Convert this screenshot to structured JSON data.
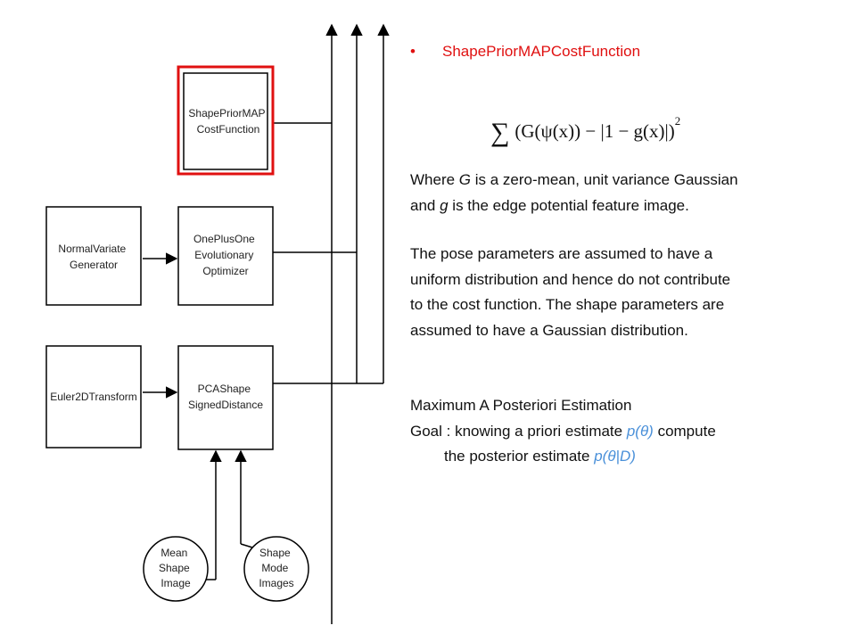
{
  "diagram": {
    "boxes": {
      "cost_function": [
        "ShapePriorMAP",
        "CostFunction"
      ],
      "normal_variate": [
        "NormalVariate",
        "Generator"
      ],
      "optimizer": [
        "OnePlusOne",
        "Evolutionary",
        "Optimizer"
      ],
      "euler_transform": [
        "Euler2DTransform"
      ],
      "pca_shape": [
        "PCAShape",
        "SignedDistance"
      ]
    },
    "circles": {
      "mean_shape": [
        "Mean",
        "Shape",
        "Image"
      ],
      "shape_mode": [
        "Shape",
        "Mode",
        "Images"
      ]
    },
    "colors": {
      "highlight": "#e01010",
      "line": "#000000"
    }
  },
  "bullet": {
    "symbol": "•",
    "text": "ShapePriorMAPCostFunction"
  },
  "formula": {
    "sum": "∑",
    "body": "(G(ψ(x)) − |1 − g(x)|)",
    "exponent": "2"
  },
  "where": {
    "line1_pre": "Where ",
    "line1_var": "G",
    "line1_post": " is a zero-mean, unit variance Gaussian",
    "line2_pre": "and ",
    "line2_var": "g",
    "line2_post": " is the edge potential feature image."
  },
  "pose": {
    "lines": [
      "The pose parameters are assumed to have a",
      "uniform distribution and hence do not contribute",
      "to the cost function. The shape parameters are",
      "assumed to have a Gaussian distribution."
    ]
  },
  "map": {
    "title": "Maximum A Posteriori Estimation",
    "goal_pre": "Goal : knowing a priori estimate ",
    "goal_prior": "p(θ)",
    "goal_mid": " compute",
    "goal_line2_pre": "the posterior estimate ",
    "goal_posterior": "p(θ|D)"
  }
}
